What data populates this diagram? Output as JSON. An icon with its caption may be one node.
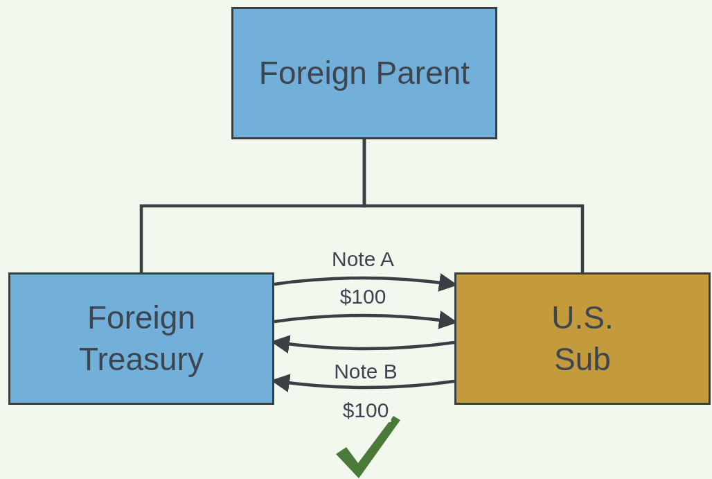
{
  "diagram": {
    "nodes": [
      {
        "text": [
          "Foreign Parent"
        ]
      },
      {
        "text": [
          "Foreign Treasury"
        ]
      },
      {
        "text": [
          "U.S. Sub"
        ]
      }
    ],
    "edges": [
      {
        "from": 0,
        "to": 1,
        "arrow": "none"
      },
      {
        "from": 0,
        "to": 2,
        "arrow": "none"
      },
      {
        "from": 1,
        "to": 2,
        "arrow": "to",
        "label": "Note A"
      },
      {
        "from": 1,
        "to": 2,
        "arrow": "to",
        "label": "$100"
      },
      {
        "from": 2,
        "to": 1,
        "arrow": "to",
        "label": "Note B"
      },
      {
        "from": 2,
        "to": 1,
        "arrow": "to",
        "label": "$100"
      }
    ]
  }
}
